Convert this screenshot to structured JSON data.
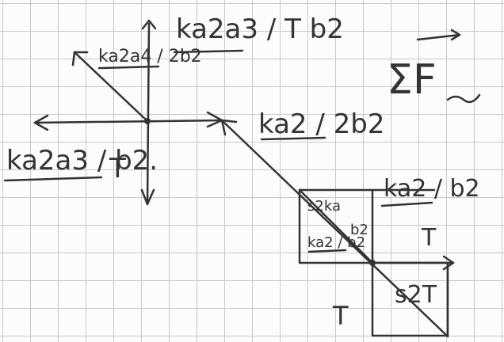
{
  "notes": {
    "label_top_left": "ka2a4 / 2b2",
    "label_top": "ka2a3 / T b2",
    "label_sum": "ΣF",
    "label_left": "ka2a3 / b2.",
    "label_T_left": "T",
    "label_mid": "ka2 / 2b2",
    "label_right": "ka2 / b2",
    "label_T_right": "T",
    "label_inner_a": "s2ka",
    "label_inner_b": "b2",
    "label_inner_c": "ka2 / b2",
    "label_lower": "s2T",
    "label_T_bottom": "T"
  },
  "colors": {
    "ink": "#333333",
    "grid": "#c9c9c9",
    "paper": "#fcfcfc"
  }
}
